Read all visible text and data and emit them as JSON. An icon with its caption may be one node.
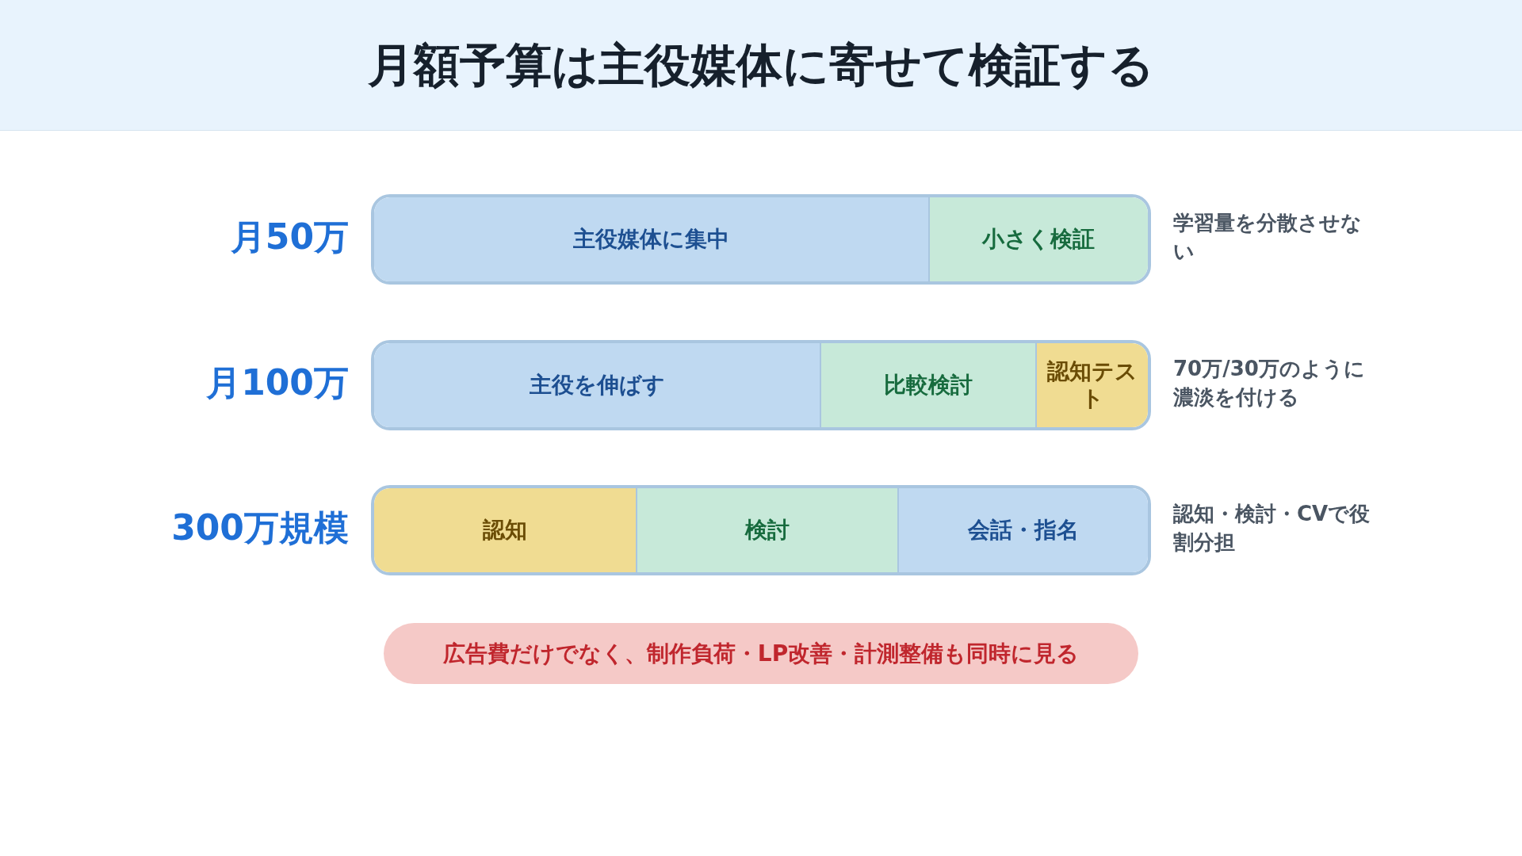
{
  "diagram": {
    "title": "月額予算は主役媒体に寄せて検証する",
    "nodes": [
      {
        "text": [],
        "shape": "bar",
        "beside": [
          "月50万",
          "学習量を分散させない"
        ]
      },
      {
        "text": [
          "主役媒体に集中"
        ],
        "in": 0
      },
      {
        "text": [
          "小さく検証"
        ],
        "in": 0
      },
      {
        "text": [],
        "shape": "bar",
        "beside": [
          "月100万",
          "70万/30万のように濃淡を付ける"
        ]
      },
      {
        "text": [
          "主役を伸ばす"
        ],
        "in": 3
      },
      {
        "text": [
          "比較検討"
        ],
        "in": 3
      },
      {
        "text": [
          "認知テスト"
        ],
        "in": 3
      },
      {
        "text": [],
        "shape": "bar",
        "beside": [
          "300万規模",
          "認知・検討・CVで役割分担"
        ]
      },
      {
        "text": [
          "認知"
        ],
        "in": 7
      },
      {
        "text": [
          "検討"
        ],
        "in": 7
      },
      {
        "text": [
          "会話・指名"
        ],
        "in": 7
      },
      {
        "text": [
          "広告費だけでなく、制作負荷・LP改善・計測整備も同時に見る"
        ]
      }
    ]
  }
}
